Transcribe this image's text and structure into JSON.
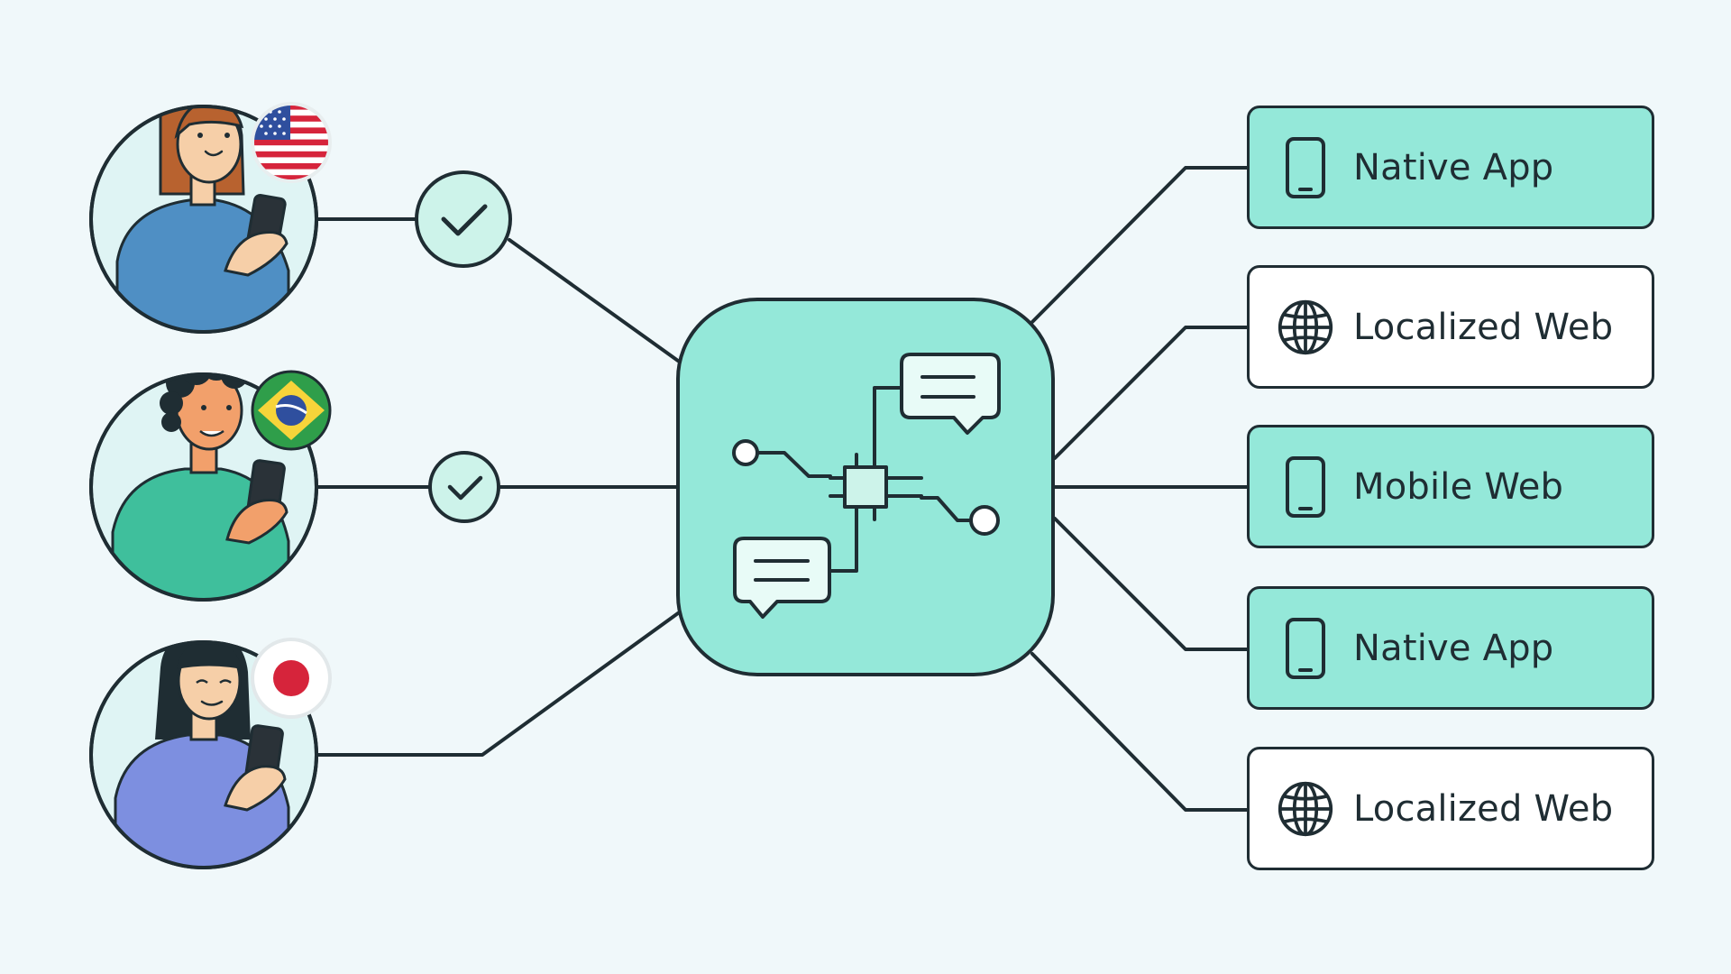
{
  "colors": {
    "background": "#f0f8fa",
    "accent_teal": "#94e8d9",
    "outline": "#1f2d33",
    "white": "#ffffff"
  },
  "users": [
    {
      "flag": "usa-flag-icon",
      "verified": true,
      "shirt_color": "#4f8fc4"
    },
    {
      "flag": "brazil-flag-icon",
      "verified": true,
      "shirt_color": "#3fbf9c"
    },
    {
      "flag": "japan-flag-icon",
      "verified": false,
      "shirt_color": "#7d8fe0"
    }
  ],
  "hub": {
    "icon": "chip-chat-icon"
  },
  "targets": [
    {
      "label": "Native App",
      "icon": "phone-icon",
      "fill": "#94e8d9"
    },
    {
      "label": "Localized Web",
      "icon": "globe-icon",
      "fill": "#ffffff"
    },
    {
      "label": "Mobile Web",
      "icon": "phone-icon",
      "fill": "#94e8d9"
    },
    {
      "label": "Native App",
      "icon": "phone-icon",
      "fill": "#94e8d9"
    },
    {
      "label": "Localized Web",
      "icon": "globe-icon",
      "fill": "#ffffff"
    }
  ]
}
